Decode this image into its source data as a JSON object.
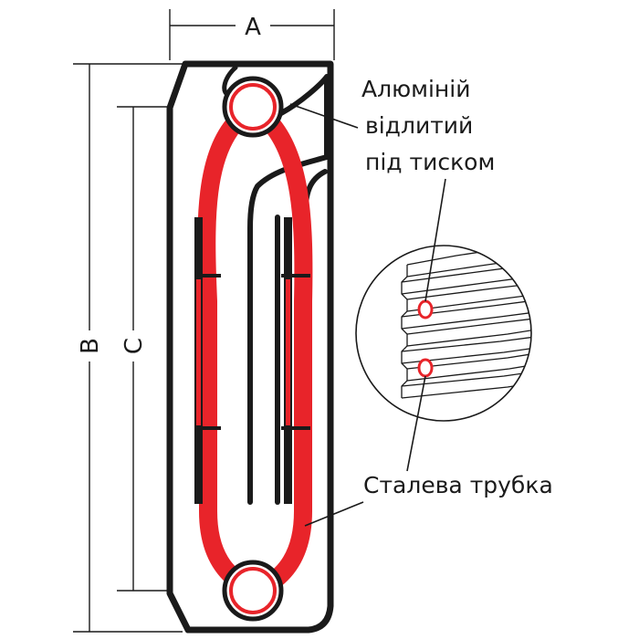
{
  "dimensions": {
    "a": "A",
    "b": "B",
    "c": "C"
  },
  "callouts": {
    "aluminum": {
      "line1": "Алюміній",
      "line2": "відлитий",
      "line3": "під тиском"
    },
    "steel_tube": "Сталева трубка"
  },
  "colors": {
    "tube": "#e8242a",
    "outline": "#1a1a1a",
    "background": "#ffffff"
  }
}
